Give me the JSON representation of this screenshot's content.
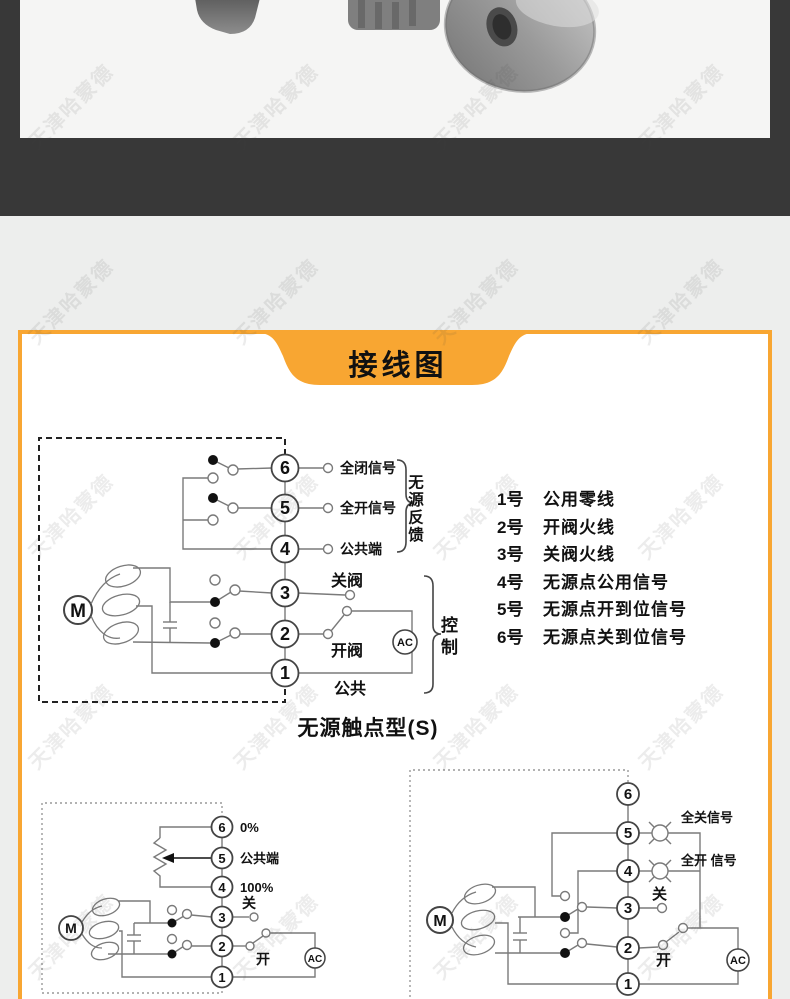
{
  "watermark": {
    "text": "天津哈蒙德"
  },
  "colors": {
    "accent_orange": "#F8A632",
    "dark_band": "#383838",
    "page_bg": "#EDEEED"
  },
  "banner": {
    "title": "接线图"
  },
  "main_diagram": {
    "terminals": [
      "6",
      "5",
      "4",
      "3",
      "2",
      "1"
    ],
    "label_full_close": "全闭信号",
    "label_full_open": "全开信号",
    "label_common_end": "公共端",
    "group_feedback": "无源反馈",
    "label_close_valve": "关阀",
    "label_open_valve": "开阀",
    "label_common": "公共",
    "group_control": "控制",
    "motor_label": "M",
    "power_label": "AC"
  },
  "terminal_list": {
    "rows": [
      {
        "num": "1号",
        "label": "公用零线"
      },
      {
        "num": "2号",
        "label": "开阀火线"
      },
      {
        "num": "3号",
        "label": "关阀火线"
      },
      {
        "num": "4号",
        "label": "无源点公用信号"
      },
      {
        "num": "5号",
        "label": "无源点开到位信号"
      },
      {
        "num": "6号",
        "label": "无源点关到位信号"
      }
    ]
  },
  "caption": {
    "text": "无源触点型(S)"
  },
  "pot_diagram": {
    "terminals": [
      "6",
      "5",
      "4",
      "3",
      "2",
      "1"
    ],
    "label_0": "0%",
    "label_common": "公共端",
    "label_100": "100%",
    "label_close": "关",
    "label_open": "开",
    "motor_label": "M",
    "power_label": "AC"
  },
  "lamp_diagram": {
    "terminals": [
      "6",
      "5",
      "4",
      "3",
      "2",
      "1"
    ],
    "label_close_signal": "全关信号",
    "label_open_signal": "全开 信号",
    "label_close": "关",
    "label_open": "开",
    "motor_label": "M",
    "power_label": "AC"
  }
}
